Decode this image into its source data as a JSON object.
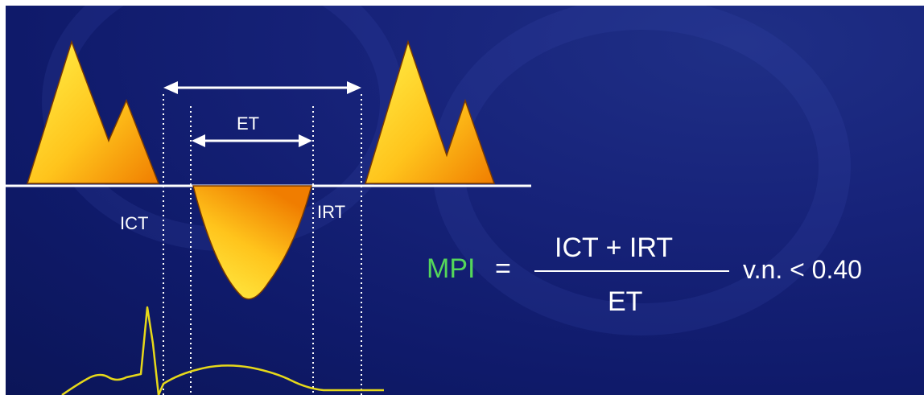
{
  "labels": {
    "et": "ET",
    "ict": "ICT",
    "irt": "IRT"
  },
  "formula": {
    "name": "MPI",
    "equals": "=",
    "numerator": "ICT + IRT",
    "denominator": "ET",
    "normal_value": "v.n. < 0.40"
  },
  "colors": {
    "background": "#0f1a6a",
    "waveform_fill_light": "#fff24a",
    "waveform_fill_dark": "#f07d00",
    "ecg_trace": "#e6d81a",
    "formula_name": "#54d65a",
    "text": "#ffffff"
  }
}
